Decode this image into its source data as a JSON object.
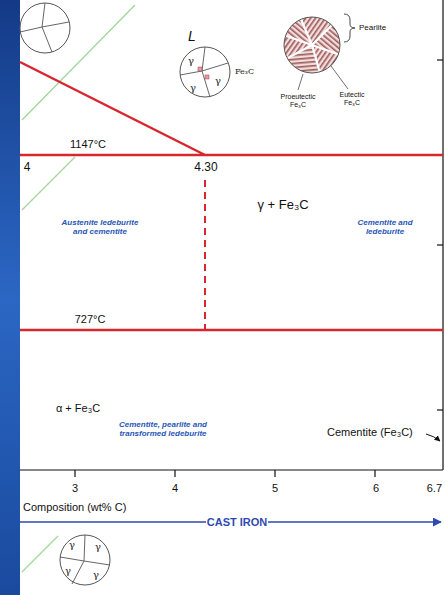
{
  "diagram": {
    "nodes": [
      {
        "text": [
          "γ",
          "γ",
          "γ",
          "Fe₃C"
        ]
      },
      {
        "text": [
          "γ",
          "γ",
          "γ",
          "γ"
        ]
      }
    ],
    "labels": [
      "L",
      "Pearlite",
      "Proeutectic Fe₃C",
      "Eutectic Fe₃C",
      "1147°C",
      "4",
      "4.30",
      "Austenite ledeburite and cementite",
      "γ + Fe₃C",
      "Cementite and ledeburite",
      "727°C",
      "α + Fe₃C",
      "Cementite, pearlite and transformed ledeburite",
      "Cementite (Fe₃C)",
      "3",
      "4",
      "5",
      "6",
      "6.7",
      "Composition (wt% C)",
      "CAST IRON"
    ]
  }
}
